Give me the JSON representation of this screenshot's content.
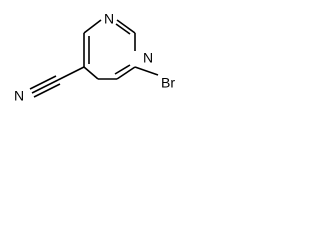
{
  "structure": {
    "atoms": {
      "n1": "N",
      "n2": "N",
      "br": "Br",
      "n_nitrile": "N"
    },
    "line_color": "#000000",
    "background_color": "#ffffff"
  }
}
